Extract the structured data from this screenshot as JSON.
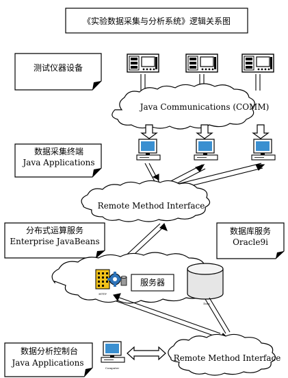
{
  "title": "《实验数据采集与分析系统》逻辑关系图",
  "labels": {
    "instruments": "测试仪器设备",
    "terminal_line1": "数据采集终端",
    "terminal_line2": "Java Applications",
    "ejb_line1": "分布式运算服务",
    "ejb_line2": "Enterprise JavaBeans",
    "db_line1": "数据库服务",
    "db_line2": "Oracle9i",
    "console_line1": "数据分析控制台",
    "console_line2": "Java Applications"
  },
  "clouds": {
    "comm": "Java Communications (COMM)",
    "rmi_top": "Remote Method Interface",
    "rmi_bottom": "Remote Method Interface"
  },
  "server_label": "服务器",
  "tiny_labels": {
    "server_icon": "HTTP",
    "db_icon": "Data",
    "computer": "Computer"
  },
  "colors": {
    "stroke": "#000000",
    "building": "#f2c21a",
    "gear": "#2e73b8",
    "screen": "#3a8fd0",
    "db_fill": "#e6e6e6"
  }
}
